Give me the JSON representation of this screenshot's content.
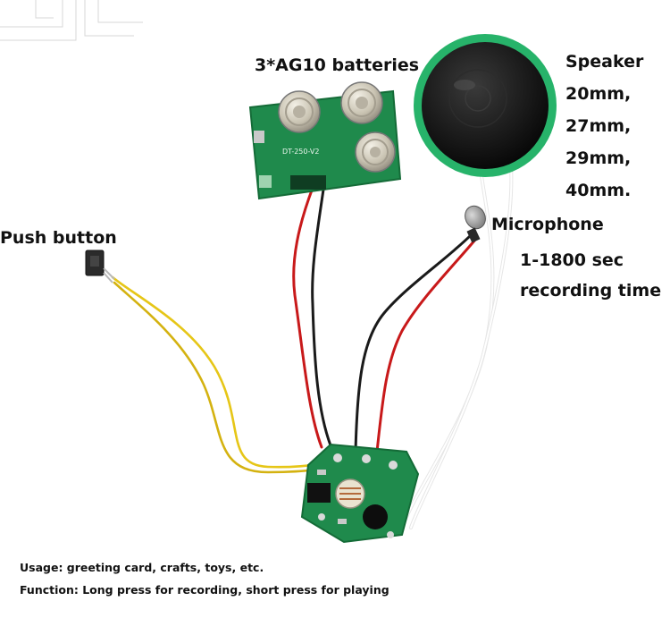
{
  "labels": {
    "batteries": "3*AG10 batteries",
    "speaker_title": "Speaker",
    "speaker_sizes": [
      "20mm,",
      "27mm,",
      "29mm,",
      "40mm."
    ],
    "microphone": "Microphone",
    "recording_time_line1": "1-1800 sec",
    "recording_time_line2": "recording time",
    "push_button": "Push button",
    "usage": "Usage: greeting card, crafts, toys, etc.",
    "function": "Function: Long press for recording, short press for playing"
  },
  "board_markings": {
    "battery_board": "DT-250-V2"
  },
  "colors": {
    "pcb_green": "#1f8a4c",
    "speaker_rim": "#27b36a",
    "wire_red": "#c8191a",
    "wire_black": "#1a1a1a",
    "wire_yellow": "#e6c617",
    "wire_white": "#f2f2f2"
  }
}
